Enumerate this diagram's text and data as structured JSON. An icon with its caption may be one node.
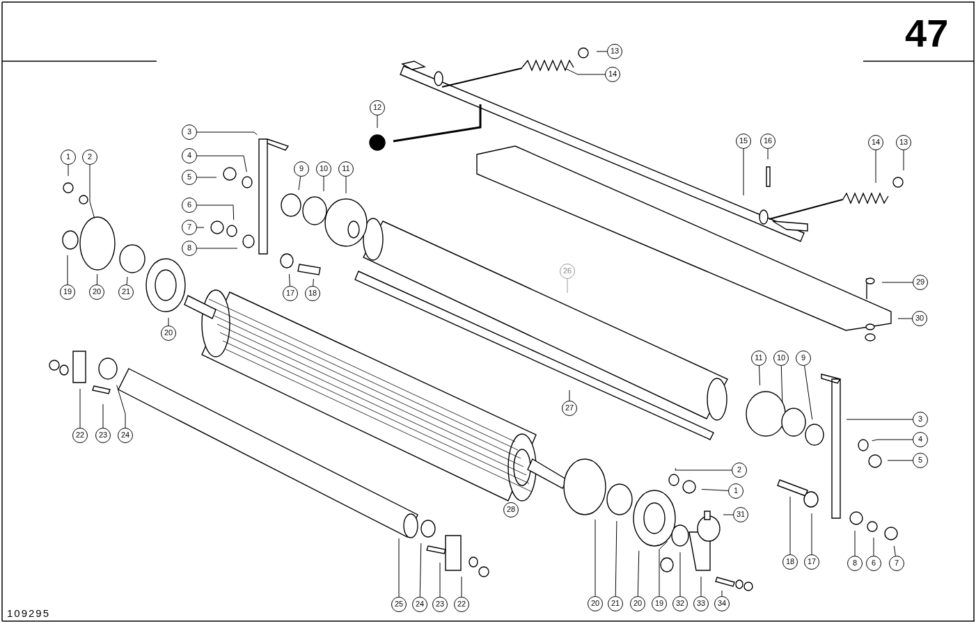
{
  "diagram": {
    "nodes": [
      {
        "text": [
          "13"
        ]
      },
      {
        "text": [
          "14"
        ]
      },
      {
        "text": [
          "12"
        ]
      },
      {
        "text": [
          "3"
        ]
      },
      {
        "text": [
          "15"
        ]
      },
      {
        "text": [
          "16"
        ]
      },
      {
        "text": [
          "14"
        ]
      },
      {
        "text": [
          "13"
        ]
      },
      {
        "text": [
          "1"
        ]
      },
      {
        "text": [
          "2"
        ]
      },
      {
        "text": [
          "4"
        ]
      },
      {
        "text": [
          "9"
        ]
      },
      {
        "text": [
          "10"
        ]
      },
      {
        "text": [
          "11"
        ]
      },
      {
        "text": [
          "5"
        ]
      },
      {
        "text": [
          "6"
        ]
      },
      {
        "text": [
          "7"
        ]
      },
      {
        "text": [
          "8"
        ]
      },
      {
        "text": [
          "26"
        ]
      },
      {
        "text": [
          "29"
        ]
      },
      {
        "text": [
          "19"
        ]
      },
      {
        "text": [
          "20"
        ]
      },
      {
        "text": [
          "21"
        ]
      },
      {
        "text": [
          "17"
        ]
      },
      {
        "text": [
          "18"
        ]
      },
      {
        "text": [
          "30"
        ]
      },
      {
        "text": [
          "20"
        ]
      },
      {
        "text": [
          "11"
        ]
      },
      {
        "text": [
          "10"
        ]
      },
      {
        "text": [
          "9"
        ]
      },
      {
        "text": [
          "27"
        ]
      },
      {
        "text": [
          "3"
        ]
      },
      {
        "text": [
          "22"
        ]
      },
      {
        "text": [
          "23"
        ]
      },
      {
        "text": [
          "24"
        ]
      },
      {
        "text": [
          "4"
        ]
      },
      {
        "text": [
          "5"
        ]
      },
      {
        "text": [
          "2"
        ]
      },
      {
        "text": [
          "1"
        ]
      },
      {
        "text": [
          "28"
        ]
      },
      {
        "text": [
          "31"
        ]
      },
      {
        "text": [
          "18"
        ]
      },
      {
        "text": [
          "17"
        ]
      },
      {
        "text": [
          "8"
        ]
      },
      {
        "text": [
          "6"
        ]
      },
      {
        "text": [
          "7"
        ]
      },
      {
        "text": [
          "25"
        ]
      },
      {
        "text": [
          "24"
        ]
      },
      {
        "text": [
          "23"
        ]
      },
      {
        "text": [
          "22"
        ]
      },
      {
        "text": [
          "20"
        ]
      },
      {
        "text": [
          "21"
        ]
      },
      {
        "text": [
          "20"
        ]
      },
      {
        "text": [
          "19"
        ]
      },
      {
        "text": [
          "32"
        ]
      },
      {
        "text": [
          "33"
        ]
      },
      {
        "text": [
          "34"
        ]
      }
    ],
    "edges": [
      {
        "from": 0,
        "to": null,
        "arrow": "none"
      },
      {
        "from": 1,
        "to": null,
        "arrow": "none"
      },
      {
        "from": 2,
        "to": null,
        "arrow": "none"
      },
      {
        "from": 3,
        "to": null,
        "arrow": "none"
      },
      {
        "from": 4,
        "to": null,
        "arrow": "none"
      },
      {
        "from": 5,
        "to": null,
        "arrow": "none"
      },
      {
        "from": 6,
        "to": null,
        "arrow": "none"
      },
      {
        "from": 7,
        "to": null,
        "arrow": "none"
      },
      {
        "from": 8,
        "to": null,
        "arrow": "none"
      },
      {
        "from": 9,
        "to": null,
        "arrow": "none"
      },
      {
        "from": 10,
        "to": null,
        "arrow": "none"
      },
      {
        "from": 11,
        "to": null,
        "arrow": "none"
      },
      {
        "from": 12,
        "to": null,
        "arrow": "none"
      },
      {
        "from": 13,
        "to": null,
        "arrow": "none"
      },
      {
        "from": 14,
        "to": null,
        "arrow": "none"
      },
      {
        "from": 15,
        "to": null,
        "arrow": "none"
      },
      {
        "from": 16,
        "to": null,
        "arrow": "none"
      },
      {
        "from": 17,
        "to": null,
        "arrow": "none"
      },
      {
        "from": 18,
        "to": null,
        "arrow": "none",
        "color": "#999999"
      },
      {
        "from": 19,
        "to": null,
        "arrow": "none"
      },
      {
        "from": 20,
        "to": null,
        "arrow": "none"
      },
      {
        "from": 21,
        "to": null,
        "arrow": "none"
      },
      {
        "from": 22,
        "to": null,
        "arrow": "none"
      },
      {
        "from": 23,
        "to": null,
        "arrow": "none"
      },
      {
        "from": 24,
        "to": null,
        "arrow": "none"
      },
      {
        "from": 25,
        "to": null,
        "arrow": "none"
      },
      {
        "from": 26,
        "to": null,
        "arrow": "none"
      },
      {
        "from": 27,
        "to": null,
        "arrow": "none"
      },
      {
        "from": 28,
        "to": null,
        "arrow": "none"
      },
      {
        "from": 29,
        "to": null,
        "arrow": "none"
      },
      {
        "from": 30,
        "to": null,
        "arrow": "none"
      },
      {
        "from": 31,
        "to": null,
        "arrow": "none"
      },
      {
        "from": 32,
        "to": null,
        "arrow": "none"
      },
      {
        "from": 33,
        "to": null,
        "arrow": "none"
      },
      {
        "from": 34,
        "to": null,
        "arrow": "none"
      },
      {
        "from": 35,
        "to": null,
        "arrow": "none"
      },
      {
        "from": 36,
        "to": null,
        "arrow": "none"
      },
      {
        "from": 37,
        "to": null,
        "arrow": "none"
      },
      {
        "from": 38,
        "to": null,
        "arrow": "none"
      },
      {
        "from": 39,
        "to": null,
        "arrow": "none"
      },
      {
        "from": 40,
        "to": null,
        "arrow": "none"
      },
      {
        "from": 41,
        "to": null,
        "arrow": "none"
      },
      {
        "from": 42,
        "to": null,
        "arrow": "none"
      },
      {
        "from": 43,
        "to": null,
        "arrow": "none"
      },
      {
        "from": 44,
        "to": null,
        "arrow": "none"
      },
      {
        "from": 45,
        "to": null,
        "arrow": "none"
      },
      {
        "from": 46,
        "to": null,
        "arrow": "none"
      },
      {
        "from": 47,
        "to": null,
        "arrow": "none"
      },
      {
        "from": 48,
        "to": null,
        "arrow": "none"
      },
      {
        "from": 49,
        "to": null,
        "arrow": "none"
      },
      {
        "from": 50,
        "to": null,
        "arrow": "none"
      },
      {
        "from": 51,
        "to": null,
        "arrow": "none"
      },
      {
        "from": 52,
        "to": null,
        "arrow": "none"
      },
      {
        "from": 53,
        "to": null,
        "arrow": "none"
      },
      {
        "from": 54,
        "to": null,
        "arrow": "none"
      },
      {
        "from": 55,
        "to": null,
        "arrow": "none"
      },
      {
        "from": 56,
        "to": null,
        "arrow": "none"
      }
    ],
    "labels": [
      "47",
      "109295"
    ]
  }
}
